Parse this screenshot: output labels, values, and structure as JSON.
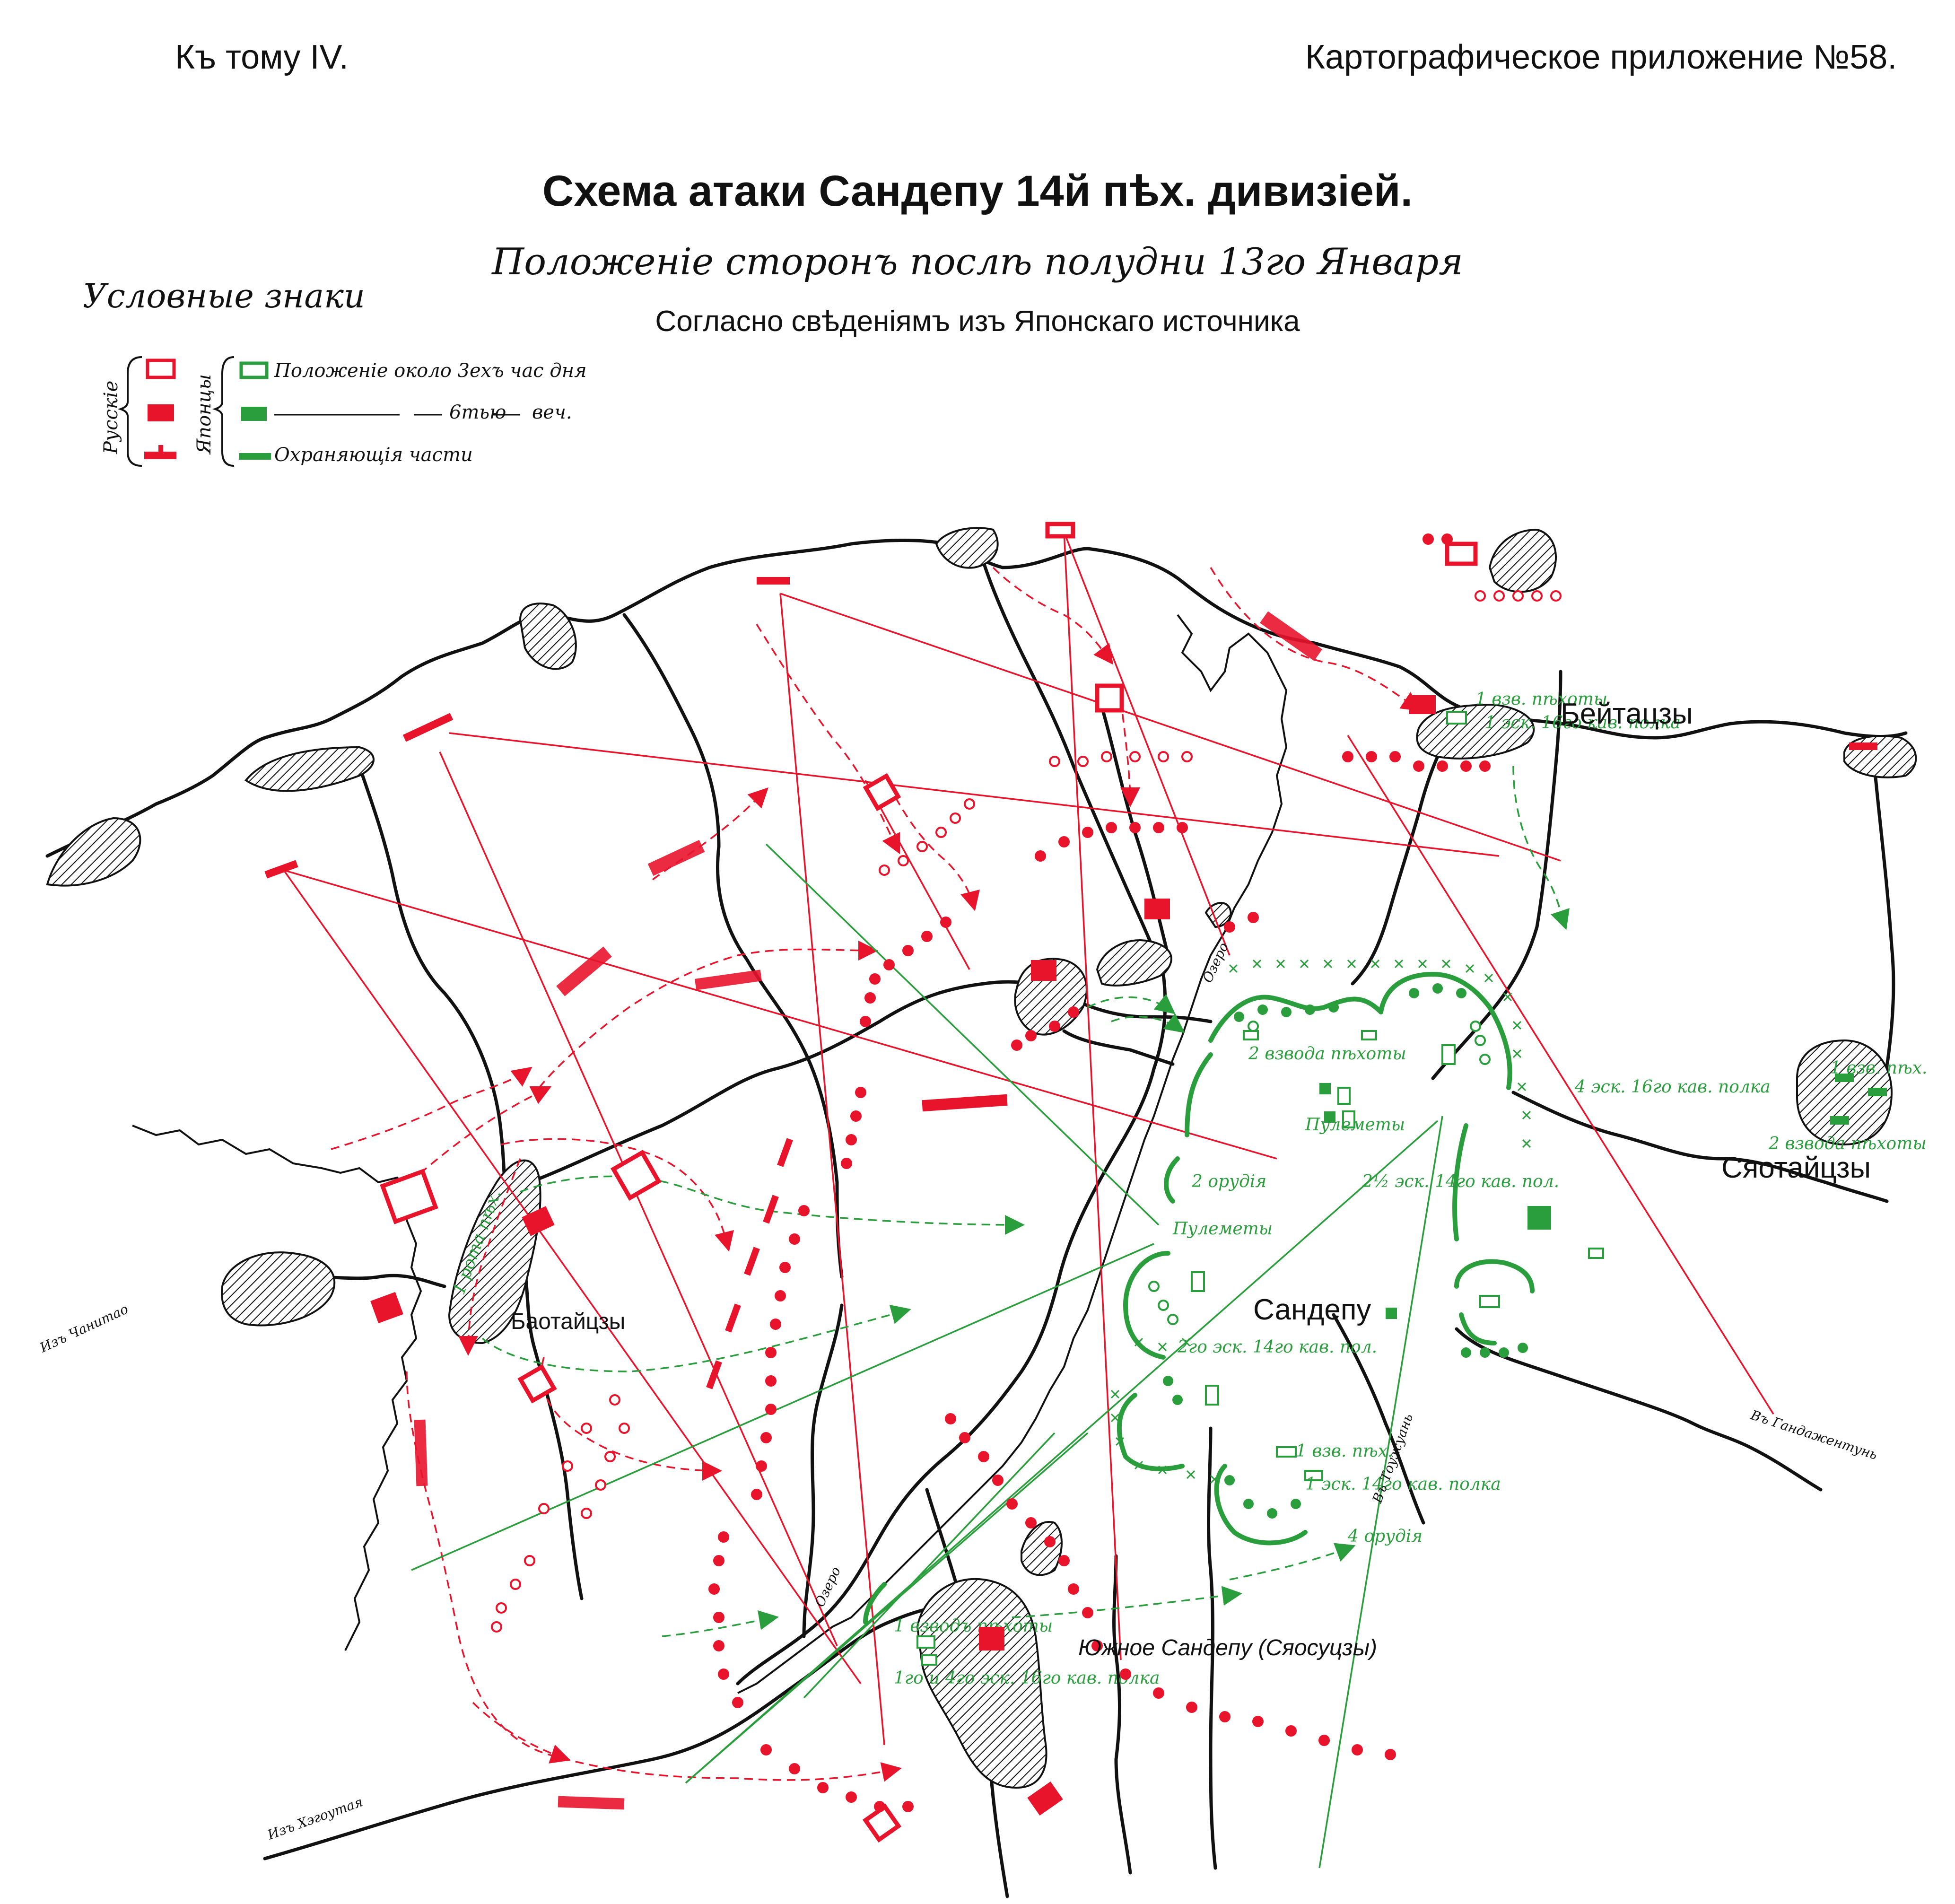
{
  "header": {
    "volume_note": "Къ тому IV.",
    "appendix_note": "Картографическое приложение №58."
  },
  "title": {
    "main": "Схема атаки Сандепу 14й пѣх. дивизіей.",
    "subtitle": "Положеніе сторонъ послѣ полудни 13го Января",
    "source": "Согласно свѣденіямъ изъ Японскаго источника"
  },
  "legend": {
    "heading": "Условные знаки",
    "russians_label": "Русскіе",
    "japanese_label": "Японцы",
    "row1": "Положеніе около 3ехъ час дня",
    "row2_time": "6тью",
    "row2_suffix": "веч.",
    "row3": "Охраняющія части"
  },
  "colors": {
    "russian": "#e8142c",
    "japanese": "#2a9d3c",
    "ink": "#111111"
  },
  "places": {
    "beitaitszy": "Бейтацзы",
    "syaotaitszy": "Сяотайцзы",
    "baotaitszy": "Баотайцзы",
    "sandepu": "Сандепу",
    "south_sandepu": "Южное Сандепу (Сяосуцзы)",
    "lake": "Озеро"
  },
  "roads": {
    "from_chanitao": "Изъ Чанитао",
    "from_hegoutai": "Изъ Хэгоутая",
    "to_gandagentun": "Въ Гандажентунь",
    "to_toudzhuan": "Въ Тоужуань"
  },
  "japanese_labels": {
    "l1": "1 взв. пѣхоты",
    "l2": "1 эск. 16го кав. полка",
    "l3": "2 взвода пѣхоты",
    "l4": "Пулеметы",
    "l5": "2 орудія",
    "l6": "2½ эск. 14го кав. пол.",
    "l7": "Пулеметы",
    "l8": "4 эск. 16го кав. полка",
    "l9": "1 взв. пѣх.",
    "l10": "2 взвода пѣхоты",
    "l11": "2го эск. 14го кав. пол.",
    "l12": "1 взв. пѣх.",
    "l13": "1 эск. 14го кав. полка",
    "l14": "4 орудія",
    "l15": "1 взводъ пѣхоты",
    "l16": "1го и 4го эск. 16го кав. полка",
    "l17": "1 рота пѣх."
  }
}
